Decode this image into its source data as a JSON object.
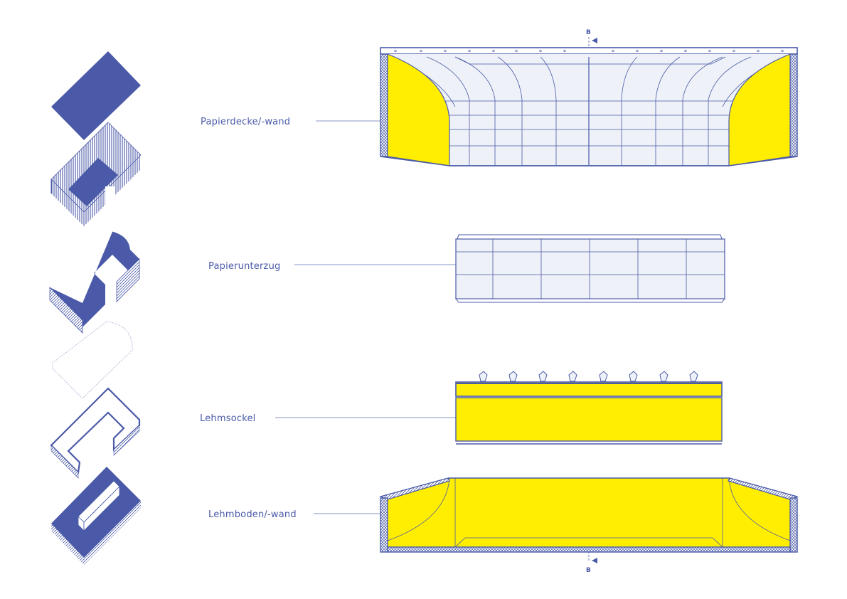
{
  "colors": {
    "blue": "#4a5aa8",
    "yellow": "#ffee00",
    "paper": "#eef1f8",
    "leader": "#8a93c4"
  },
  "layers": [
    {
      "label": "Papierdecke/-wand"
    },
    {
      "label": "Papierunterzug"
    },
    {
      "label": "Lehmsockel"
    },
    {
      "label": "Lehmboden/-wand"
    }
  ],
  "section_mark": {
    "top": "B",
    "bottom": "B"
  }
}
